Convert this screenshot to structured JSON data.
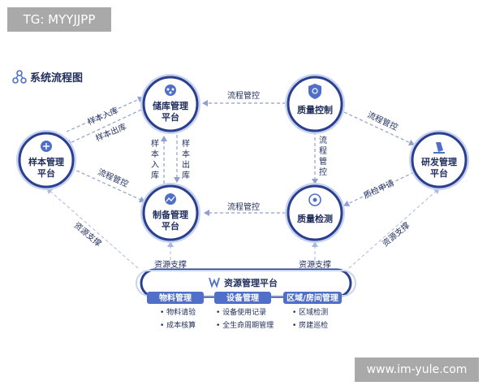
{
  "watermark_top": "TG: MYYJJPP",
  "watermark_bottom": "www.im-yule.com",
  "title": "系统流程图",
  "nodes": {
    "storage": [
      "储库管理",
      "平台"
    ],
    "quality_control": [
      "质量控制"
    ],
    "sample": [
      "样本管理",
      "平台"
    ],
    "rd": [
      "研发管理",
      "平台"
    ],
    "prep": [
      "制备管理",
      "平台"
    ],
    "quality_test": [
      "质量检测"
    ]
  },
  "edges": {
    "qc_to_storage": "流程管控",
    "sample_in": "样本入库",
    "sample_out": "样本出库",
    "sample_to_prep": "流程管控",
    "qc_to_rd": "流程管控",
    "qc_to_test": [
      "流",
      "程",
      "管",
      "控"
    ],
    "test_to_prep": "流程管控",
    "rd_to_test": "质检申请",
    "storage_down": [
      "样",
      "本",
      "出",
      "库"
    ],
    "storage_up": [
      "样",
      "本",
      "入",
      "库"
    ],
    "resource_left": "资源支撑",
    "resource_right": "资源支撑",
    "resource_prep": "资源支撑",
    "resource_test": "资源支撑"
  },
  "resource_platform": {
    "title": "资源管理平台",
    "modules": [
      {
        "name": "物料管理",
        "items": [
          "物料请验",
          "成本核算"
        ]
      },
      {
        "name": "设备管理",
        "items": [
          "设备使用记录",
          "全生命周期管理"
        ]
      },
      {
        "name": "区域/房间管理",
        "items": [
          "区域检测",
          "房建巡检"
        ]
      }
    ]
  },
  "colors": {
    "navy": "#2b3f8f",
    "blue": "#4f6fc8",
    "light_blue": "#c7d3f0",
    "text": "#1f2d5c",
    "arrow": "#a9b8dc"
  }
}
